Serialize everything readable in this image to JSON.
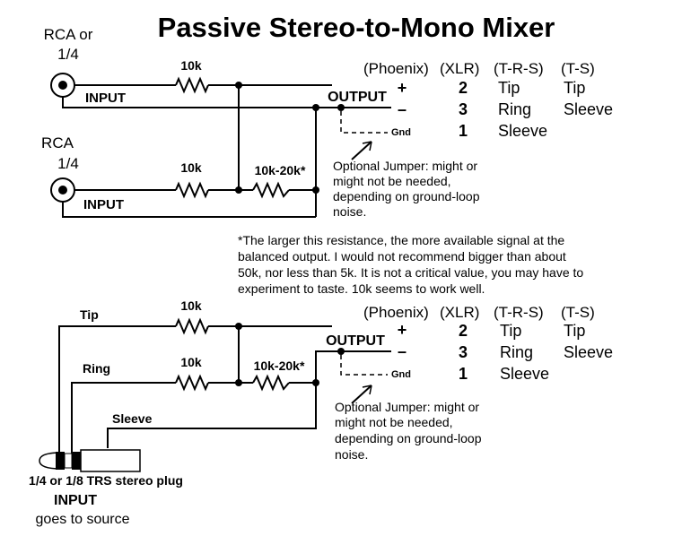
{
  "title": "Passive Stereo-to-Mono Mixer",
  "top": {
    "jack1_label_line1": "RCA or",
    "jack1_label_line2": "1/4",
    "jack2_label_line1": "RCA",
    "jack2_label_line2": "1/4",
    "input1_label": "INPUT",
    "input2_label": "INPUT",
    "resistor1_label": "10k",
    "resistor2_label": "10k",
    "resistor3_label": "10k-20k*",
    "output_label": "OUTPUT",
    "plus": "+",
    "minus": "–",
    "gnd_label": "Gnd",
    "table": {
      "headers": [
        "(Phoenix)",
        "(XLR)",
        "(T-R-S)",
        "(T-S)"
      ],
      "rows": [
        [
          "2",
          "Tip",
          "Tip"
        ],
        [
          "3",
          "Ring",
          "Sleeve"
        ],
        [
          "1",
          "Sleeve",
          ""
        ]
      ]
    },
    "note_lines": [
      "Optional Jumper: might or",
      "might not be needed,",
      "depending on ground-loop",
      "noise."
    ]
  },
  "footnote_lines": [
    "*The larger this resistance, the more available signal at the",
    "balanced output.  I would not recommend bigger than about",
    "50k, nor less than 5k.  It is not a critical value, you may have to",
    "experiment to taste.  10k seems to work well."
  ],
  "bottom": {
    "tip_label": "Tip",
    "ring_label": "Ring",
    "sleeve_label": "Sleeve",
    "resistor1_label": "10k",
    "resistor2_label": "10k",
    "resistor3_label": "10k-20k*",
    "output_label": "OUTPUT",
    "plus": "+",
    "minus": "–",
    "gnd_label": "Gnd",
    "table": {
      "headers": [
        "(Phoenix)",
        "(XLR)",
        "(T-R-S)",
        "(T-S)"
      ],
      "rows": [
        [
          "2",
          "Tip",
          "Tip"
        ],
        [
          "3",
          "Ring",
          "Sleeve"
        ],
        [
          "1",
          "Sleeve",
          ""
        ]
      ]
    },
    "note_lines": [
      "Optional Jumper: might or",
      "might not be needed,",
      "depending on ground-loop",
      "noise."
    ],
    "plug_label": "1/4 or 1/8 TRS stereo plug",
    "input_label": "INPUT",
    "source_label": "goes to source"
  }
}
